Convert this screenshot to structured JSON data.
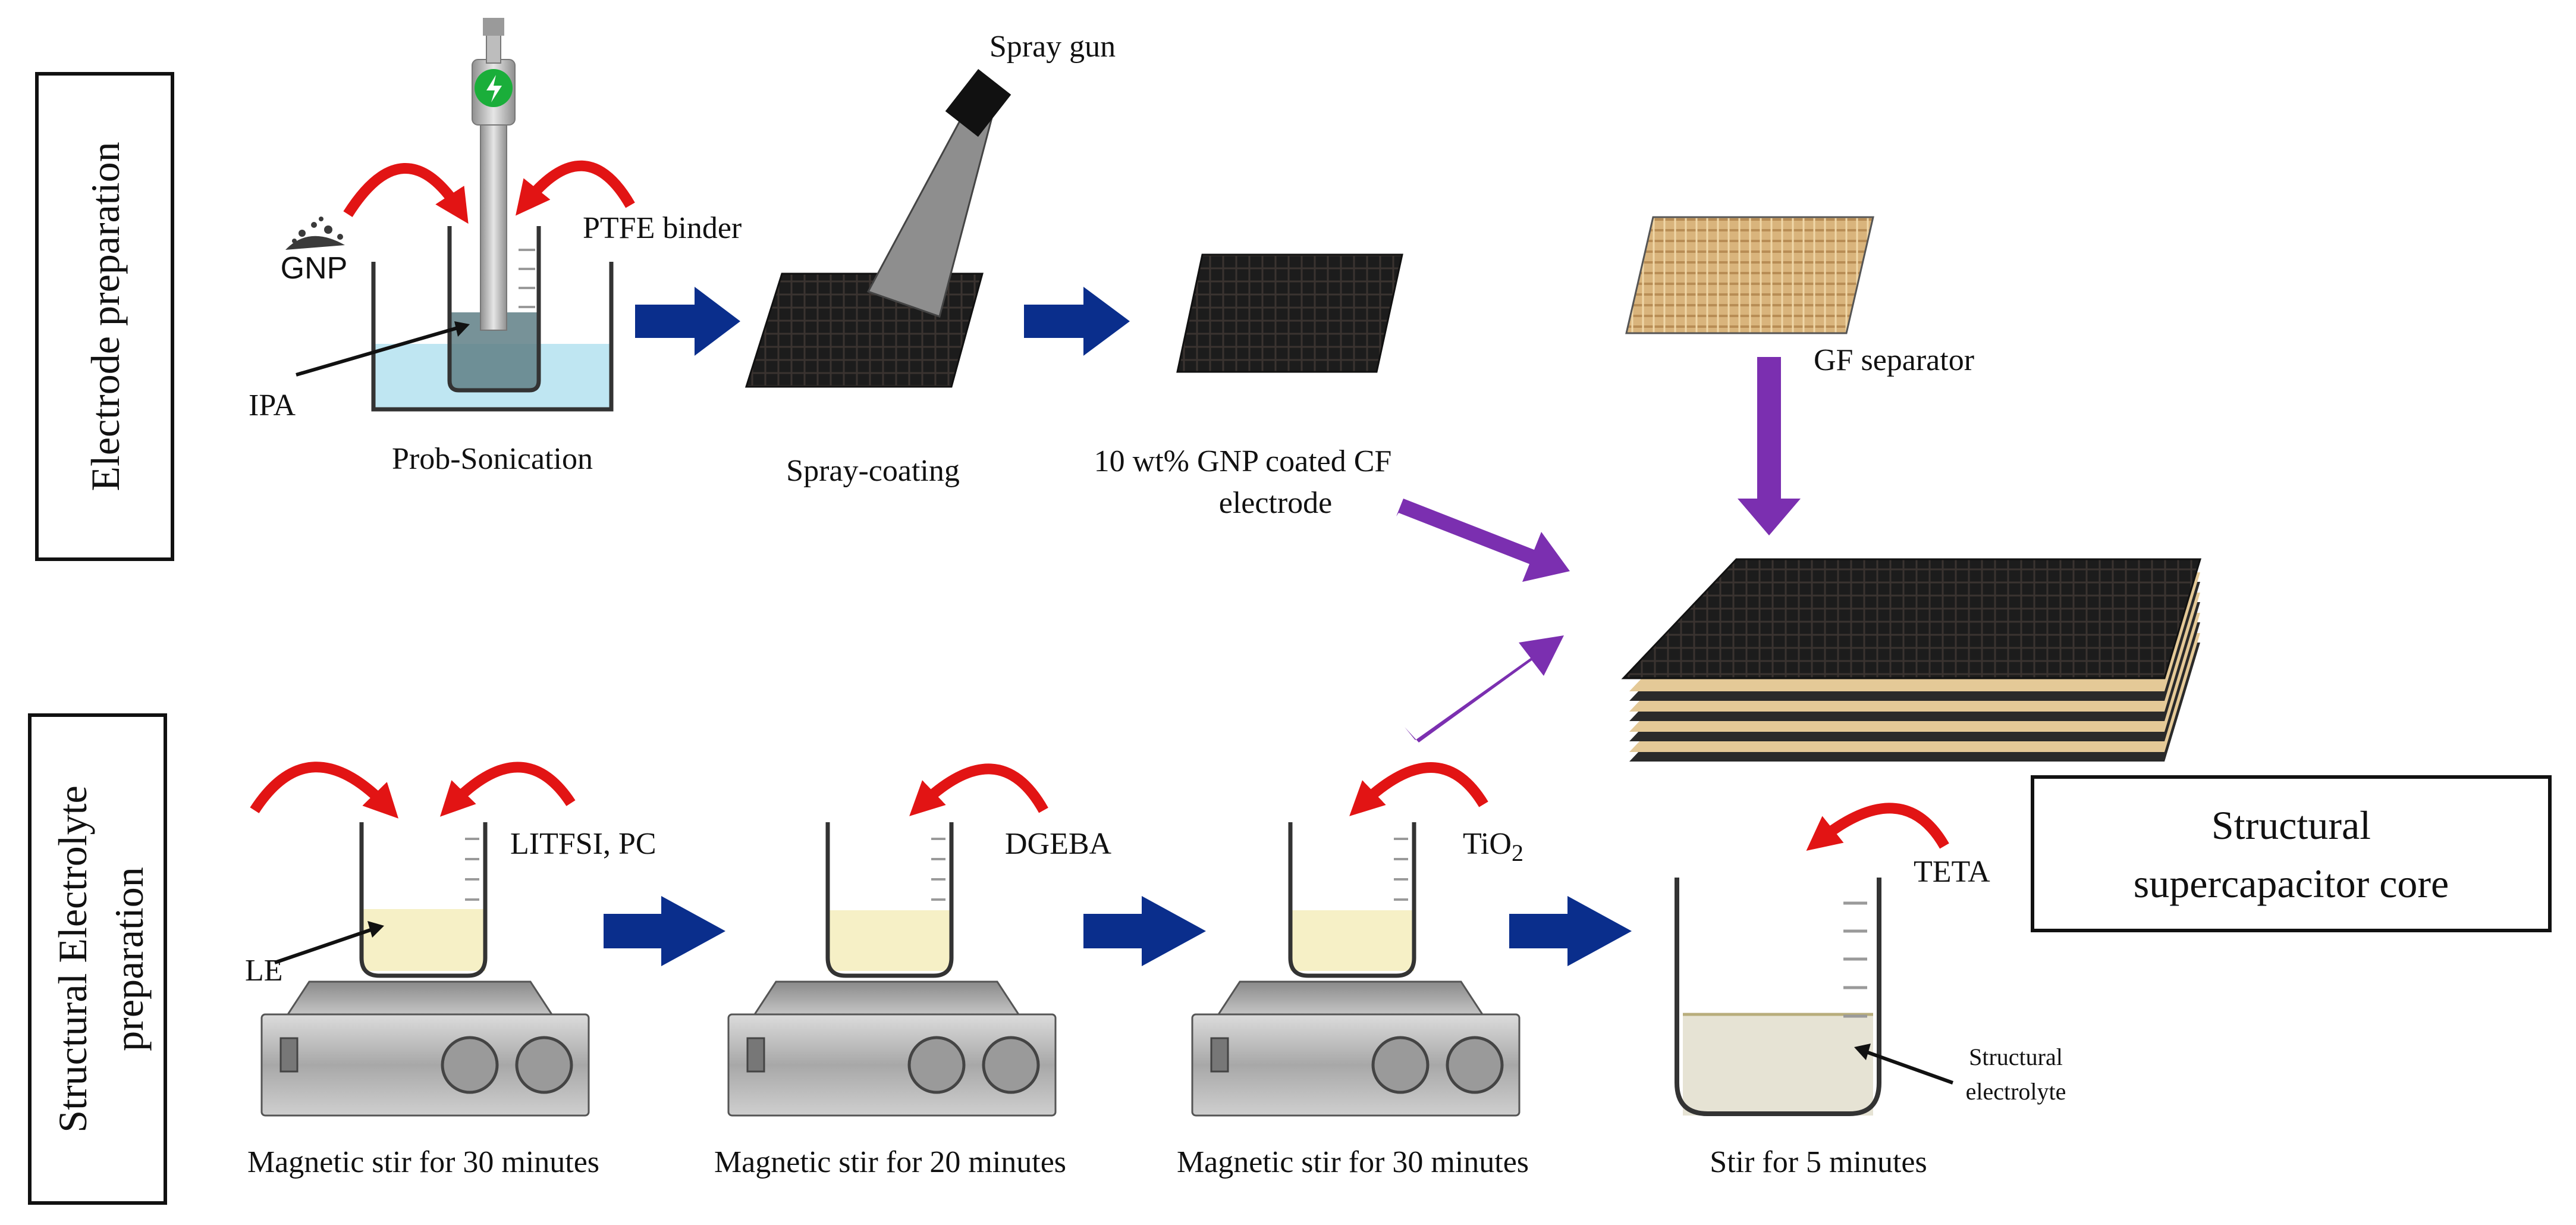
{
  "sections": {
    "electrode": "Electrode preparation",
    "electrolyte_line1": "Structural Electrolyte",
    "electrolyte_line2": "preparation"
  },
  "electrode_steps": {
    "gnp": "GNP",
    "ptfe": "PTFE binder",
    "ipa": "IPA",
    "sonication": "Prob-Sonication",
    "spray_gun": "Spray gun",
    "spray_coating": "Spray-coating",
    "electrode_line1": "10 wt% GNP coated CF",
    "electrode_line2": "electrode",
    "separator": "GF separator"
  },
  "core": {
    "line1": "Structural",
    "line2": "supercapacitor core"
  },
  "electrolyte_steps": {
    "litfsi": "LITFSI,  PC",
    "le": "LE",
    "stir1": "Magnetic stir for 30 minutes",
    "dgeba": "DGEBA",
    "stir2": "Magnetic stir for 20 minutes",
    "tio2_base": "TiO",
    "tio2_sub": "2",
    "stir3": "Magnetic stir for 30 minutes",
    "teta": "TETA",
    "structural_line1": "Structural",
    "structural_line2": "electrolyte",
    "stir4": "Stir for 5 minutes"
  },
  "colors": {
    "flow_arrow": "#0a2e8c",
    "merge_arrow": "#7b2fb0",
    "curve_arrow": "#e21414",
    "electrode_fill": "#1c1c1c",
    "separator_fill": "#d7b27a",
    "liquid_blue": "#bfe6f2",
    "liquid_yellow": "#f6f0c6",
    "liquid_beige": "#e6e3d4"
  }
}
